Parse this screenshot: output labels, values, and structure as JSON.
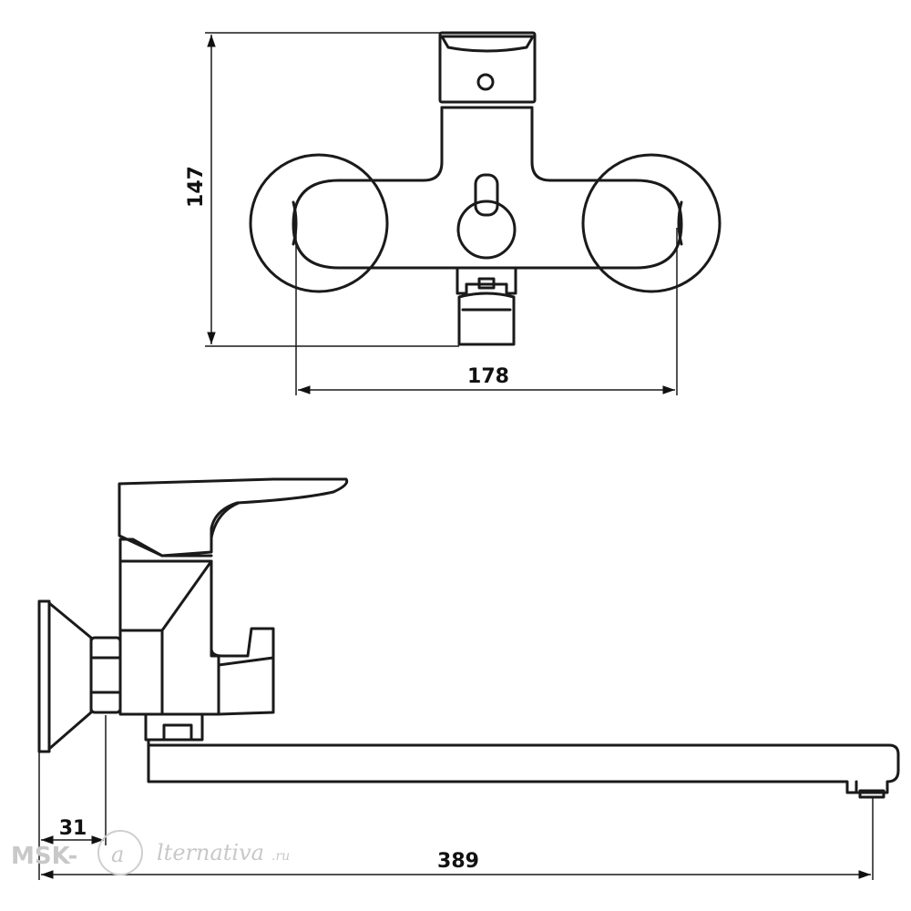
{
  "dimensions": {
    "front_height": "147",
    "front_width": "178",
    "side_offset": "31",
    "side_length": "389"
  },
  "watermark": {
    "prefix": "MSK-",
    "script_letter": "a",
    "suffix": "lternativa",
    "domain": ".ru"
  }
}
